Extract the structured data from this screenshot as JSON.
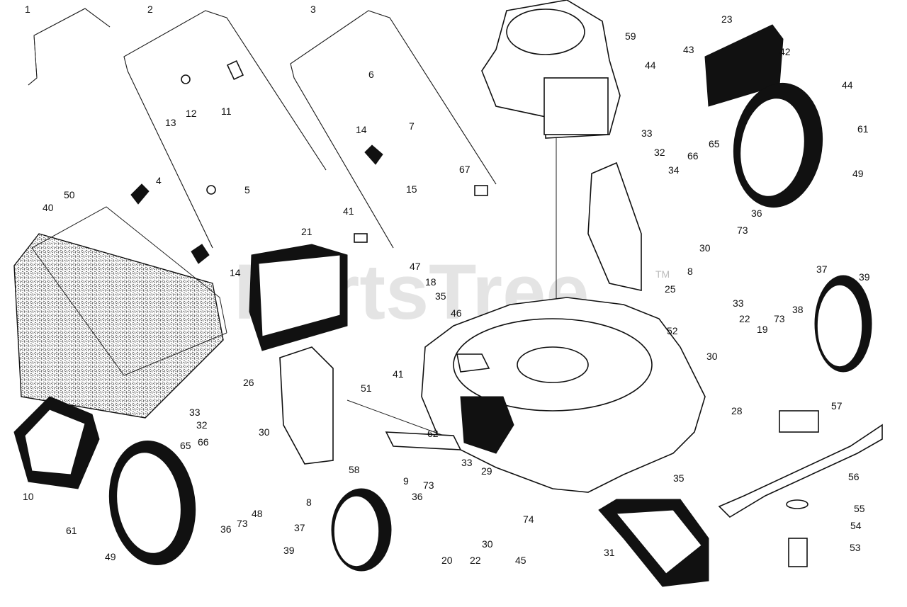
{
  "watermark": "PartsTree",
  "watermark_mark": "TM",
  "callouts": [
    {
      "t": "1"
    },
    {
      "t": "2"
    },
    {
      "t": "3"
    },
    {
      "t": "59"
    },
    {
      "t": "23"
    },
    {
      "t": "43"
    },
    {
      "t": "42"
    },
    {
      "t": "44"
    },
    {
      "t": "44"
    },
    {
      "t": "6"
    },
    {
      "t": "13"
    },
    {
      "t": "12"
    },
    {
      "t": "11"
    },
    {
      "t": "7"
    },
    {
      "t": "61"
    },
    {
      "t": "14"
    },
    {
      "t": "33"
    },
    {
      "t": "32"
    },
    {
      "t": "66"
    },
    {
      "t": "65"
    },
    {
      "t": "49"
    },
    {
      "t": "34"
    },
    {
      "t": "67"
    },
    {
      "t": "4"
    },
    {
      "t": "5"
    },
    {
      "t": "15"
    },
    {
      "t": "36"
    },
    {
      "t": "40"
    },
    {
      "t": "50"
    },
    {
      "t": "41"
    },
    {
      "t": "73"
    },
    {
      "t": "21"
    },
    {
      "t": "30"
    },
    {
      "t": "14"
    },
    {
      "t": "8"
    },
    {
      "t": "47"
    },
    {
      "t": "37"
    },
    {
      "t": "39"
    },
    {
      "t": "18"
    },
    {
      "t": "25"
    },
    {
      "t": "35"
    },
    {
      "t": "33"
    },
    {
      "t": "38"
    },
    {
      "t": "46"
    },
    {
      "t": "22"
    },
    {
      "t": "73"
    },
    {
      "t": "52"
    },
    {
      "t": "19"
    },
    {
      "t": "30"
    },
    {
      "t": "41"
    },
    {
      "t": "26"
    },
    {
      "t": "51"
    },
    {
      "t": "28"
    },
    {
      "t": "57"
    },
    {
      "t": "33"
    },
    {
      "t": "32"
    },
    {
      "t": "30"
    },
    {
      "t": "62"
    },
    {
      "t": "65"
    },
    {
      "t": "66"
    },
    {
      "t": "58"
    },
    {
      "t": "33"
    },
    {
      "t": "29"
    },
    {
      "t": "56"
    },
    {
      "t": "35"
    },
    {
      "t": "10"
    },
    {
      "t": "9"
    },
    {
      "t": "73"
    },
    {
      "t": "8"
    },
    {
      "t": "48"
    },
    {
      "t": "36"
    },
    {
      "t": "74"
    },
    {
      "t": "73"
    },
    {
      "t": "36"
    },
    {
      "t": "55"
    },
    {
      "t": "37"
    },
    {
      "t": "54"
    },
    {
      "t": "61"
    },
    {
      "t": "30"
    },
    {
      "t": "39"
    },
    {
      "t": "31"
    },
    {
      "t": "53"
    },
    {
      "t": "49"
    },
    {
      "t": "20"
    },
    {
      "t": "22"
    },
    {
      "t": "45"
    }
  ]
}
